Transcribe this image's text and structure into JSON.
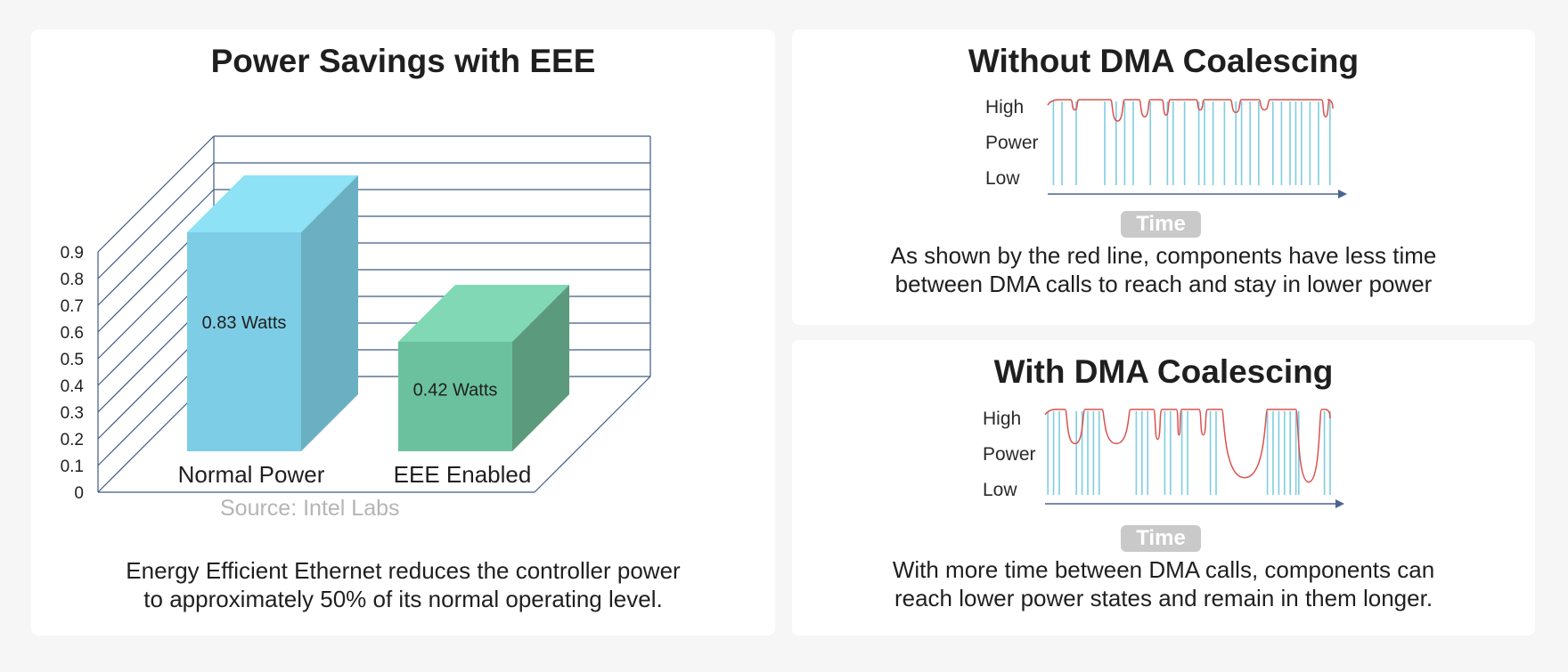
{
  "left_panel": {
    "title": "Power Savings with EEE",
    "source": "Source: Intel Labs",
    "caption_line1": "Energy Efficient Ethernet reduces the controller power",
    "caption_line2": "to approximately 50% of its normal operating level."
  },
  "top_right_panel": {
    "title": "Without DMA Coalescing",
    "ylabels": [
      "High",
      "Power",
      "Low"
    ],
    "time_label": "Time",
    "caption_line1": "As shown by the red line, components have less time",
    "caption_line2": "between DMA calls to reach and stay in lower power"
  },
  "bottom_right_panel": {
    "title": "With DMA Coalescing",
    "ylabels": [
      "High",
      "Power",
      "Low"
    ],
    "time_label": "Time",
    "caption_line1": "With more time between DMA calls, components can",
    "caption_line2": "reach lower power states and remain in them longer."
  },
  "chart_data": {
    "type": "bar",
    "title": "Power Savings with EEE",
    "categories": [
      "Normal Power",
      "EEE Enabled"
    ],
    "values": [
      0.83,
      0.42
    ],
    "data_labels": [
      "0.83 Watts",
      "0.42 Watts"
    ],
    "ylim": [
      0,
      0.9
    ],
    "yticks": [
      "0",
      "0.1",
      "0.2",
      "0.3",
      "0.4",
      "0.5",
      "0.6",
      "0.7",
      "0.8",
      "0.9"
    ],
    "grid": true,
    "colors": {
      "normal_front": "#7ecde6",
      "normal_top": "#8ee2f6",
      "normal_side": "#6bb0c2",
      "eee_front": "#6bc19e",
      "eee_top": "#80d8b5",
      "eee_side": "#5b9a7d",
      "frame": "#3f5a85"
    }
  },
  "colors": {
    "power_line": "#d9534f",
    "dma_lines": "#7fcde0",
    "axis": "#4a6391"
  }
}
